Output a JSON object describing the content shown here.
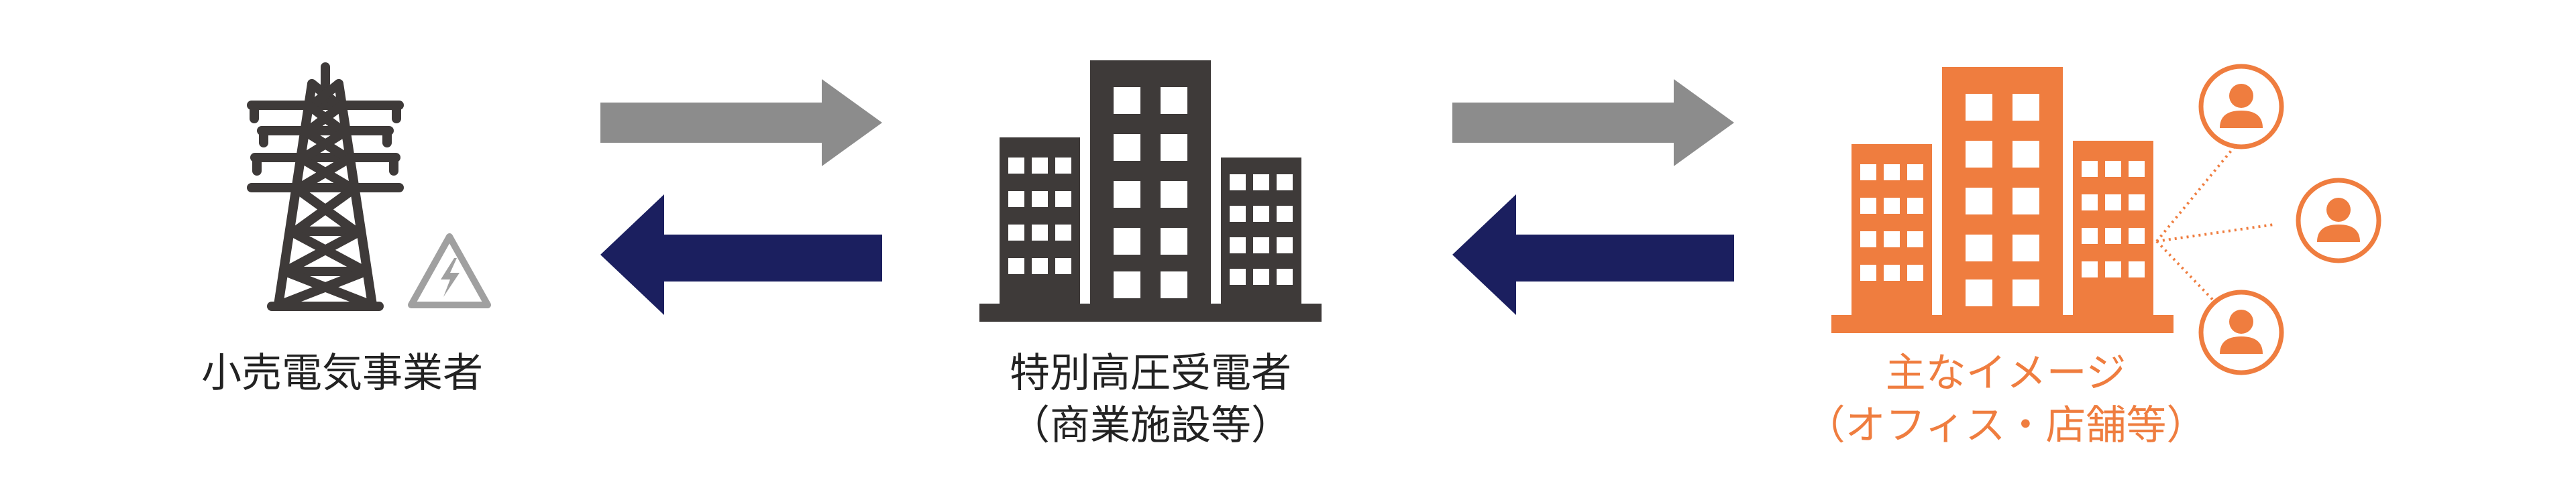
{
  "nodes": {
    "retailer": {
      "label": "小売電気事業者"
    },
    "high_voltage": {
      "label_line1": "特別高圧受電者",
      "label_line2": "（商業施設等）"
    },
    "tenants": {
      "label_line1": "主なイメージ",
      "label_line2": "（オフィス・店舗等）"
    }
  },
  "colors": {
    "dark_building": "#3e3a39",
    "tower": "#3e3a39",
    "gray_arrow": "#8c8c8c",
    "navy_arrow": "#1b1f5f",
    "orange": "#ef7d3f",
    "warning_gray": "#a0a0a0"
  },
  "icons": [
    "transmission-tower-icon",
    "high-voltage-warning-icon",
    "building-icon",
    "person-icon"
  ]
}
